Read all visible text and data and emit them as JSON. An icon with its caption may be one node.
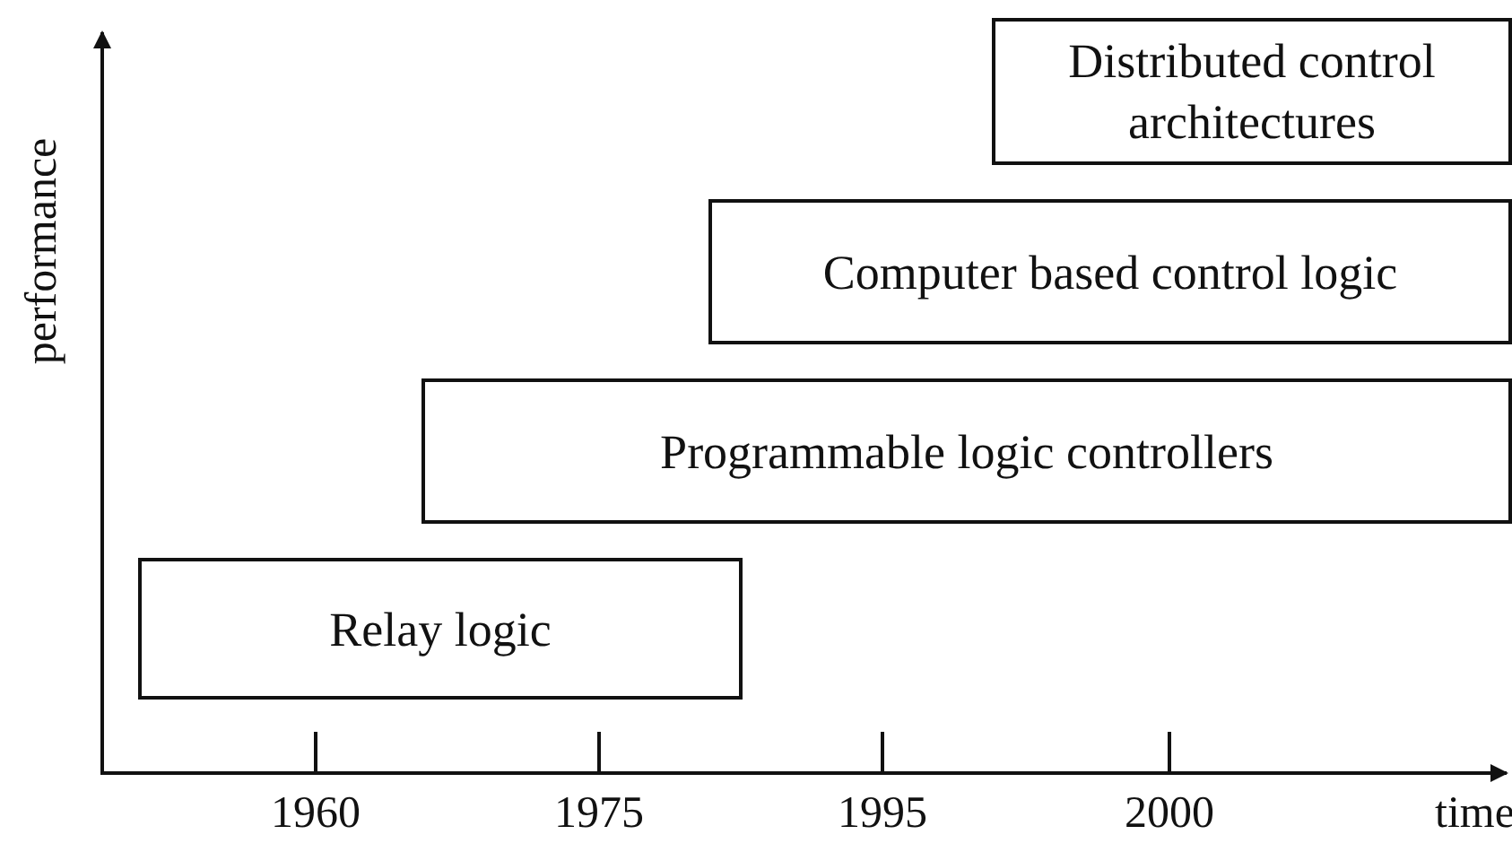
{
  "diagram": {
    "nodes": [
      {
        "text": [
          "Distributed control architectures"
        ]
      },
      {
        "text": [
          "Computer based control logic"
        ]
      },
      {
        "text": [
          "Programmable logic controllers"
        ]
      },
      {
        "text": [
          "Relay logic"
        ]
      }
    ],
    "labels": [
      "performance",
      "1960",
      "1975",
      "1995",
      "2000",
      "time"
    ]
  }
}
